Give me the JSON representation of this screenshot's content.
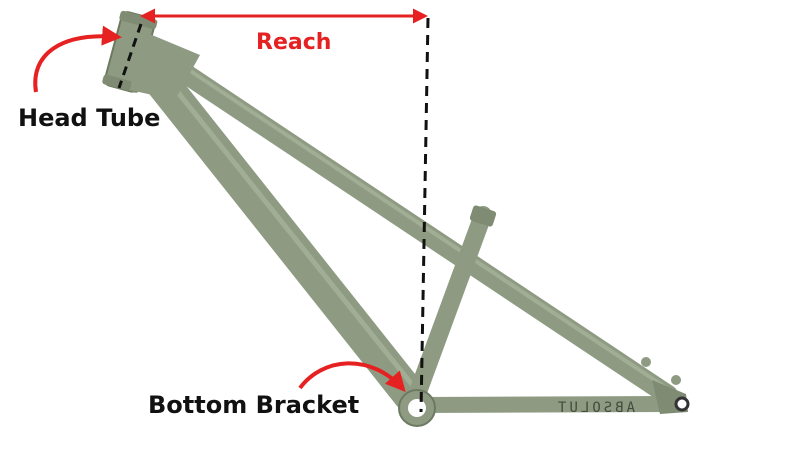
{
  "labels": {
    "reach": "Reach",
    "head_tube": "Head Tube",
    "bottom_bracket": "Bottom Bracket"
  },
  "frame_decal": "ABSOLUT",
  "colors": {
    "frame": "#8e9b82",
    "frame_dark": "#6d7a62",
    "frame_light": "#b2bea6",
    "annotation_red": "#e62121",
    "dashed_line": "#111111",
    "text": "#111111",
    "background": "#ffffff"
  },
  "icons": {
    "reach_arrow": "double-headed-arrow",
    "head_tube_pointer": "curved-arrow",
    "bottom_bracket_pointer": "curved-arrow"
  }
}
